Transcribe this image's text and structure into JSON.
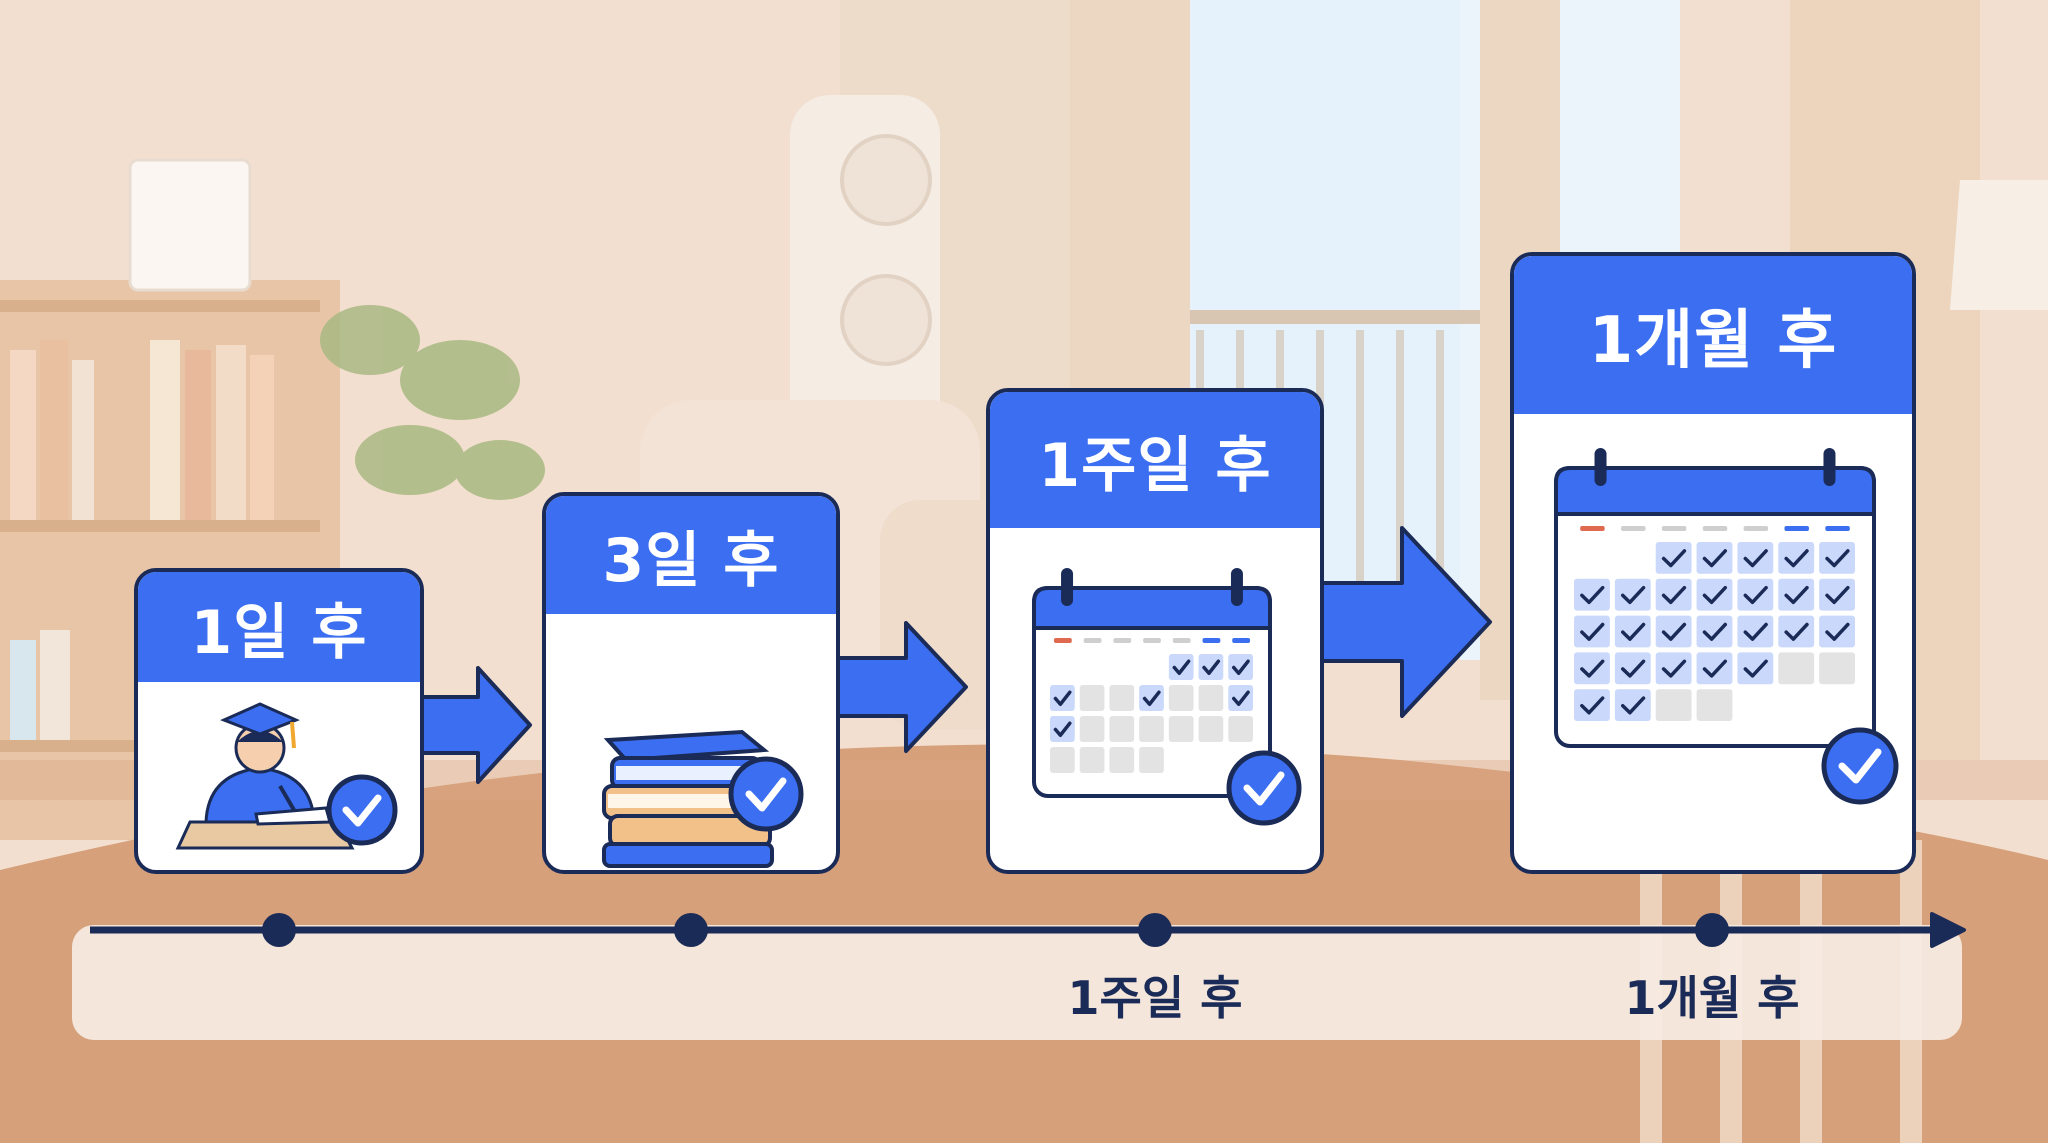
{
  "steps": [
    {
      "label": "1일 후"
    },
    {
      "label": "3일 후"
    },
    {
      "label": "1주일 후"
    },
    {
      "label": "1개월 후"
    }
  ],
  "timeline": {
    "labels": [
      "1주일 후",
      "1개월 후"
    ]
  },
  "icons": [
    "student-studying-icon",
    "book-stack-icon",
    "calendar-week-icon",
    "calendar-month-icon",
    "check-badge-icon",
    "right-arrow-icon"
  ],
  "colors": {
    "accent": "#3b6ef0",
    "outline": "#1b2b57",
    "check_cell": "#c9d8fb",
    "empty_cell": "#e3e3e3"
  }
}
